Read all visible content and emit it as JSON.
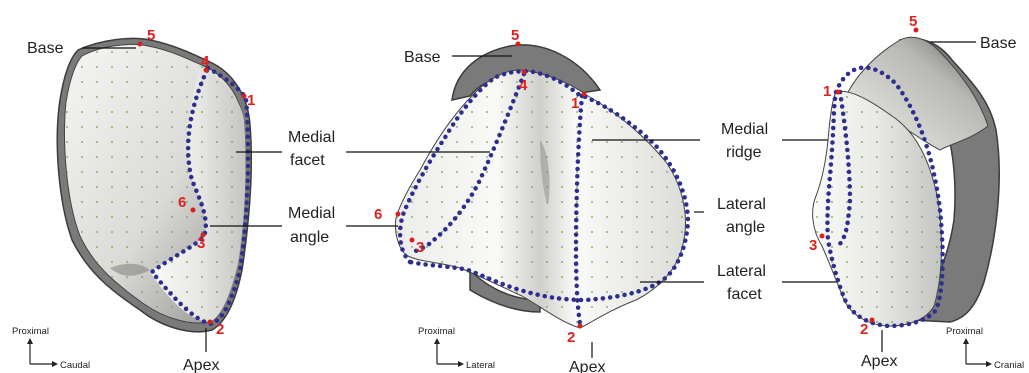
{
  "colors": {
    "landmark": "#d8201e",
    "boundary_dots": "#2c2f8f",
    "grid_dots": "#6fa54a",
    "bone_light": "#f3f3f1",
    "bone_dark": "#6a6a6a"
  },
  "views": {
    "left": {
      "labels": {
        "base": "Base",
        "medial_facet_1": "Medial",
        "medial_facet_2": "facet",
        "medial_angle_1": "Medial",
        "medial_angle_2": "angle",
        "apex": "Apex"
      },
      "landmarks": {
        "l1": "1",
        "l2": "2",
        "l3": "3",
        "l4": "4",
        "l5": "5",
        "l6": "6"
      },
      "axes": {
        "up": "Proximal",
        "right": "Caudal"
      }
    },
    "middle": {
      "labels": {
        "base": "Base",
        "apex": "Apex"
      },
      "landmarks": {
        "l1": "1",
        "l2": "2",
        "l3": "3",
        "l4": "4",
        "l5": "5",
        "l6": "6"
      },
      "axes": {
        "up": "Proximal",
        "right": "Lateral"
      }
    },
    "right": {
      "labels": {
        "base": "Base",
        "medial_ridge_1": "Medial",
        "medial_ridge_2": "ridge",
        "lateral_angle_1": "Lateral",
        "lateral_angle_2": "angle",
        "lateral_facet_1": "Lateral",
        "lateral_facet_2": "facet",
        "apex": "Apex"
      },
      "landmarks": {
        "l1": "1",
        "l2": "2",
        "l3": "3",
        "l5": "5"
      },
      "axes": {
        "up": "Proximal",
        "right": "Cranial"
      }
    }
  }
}
